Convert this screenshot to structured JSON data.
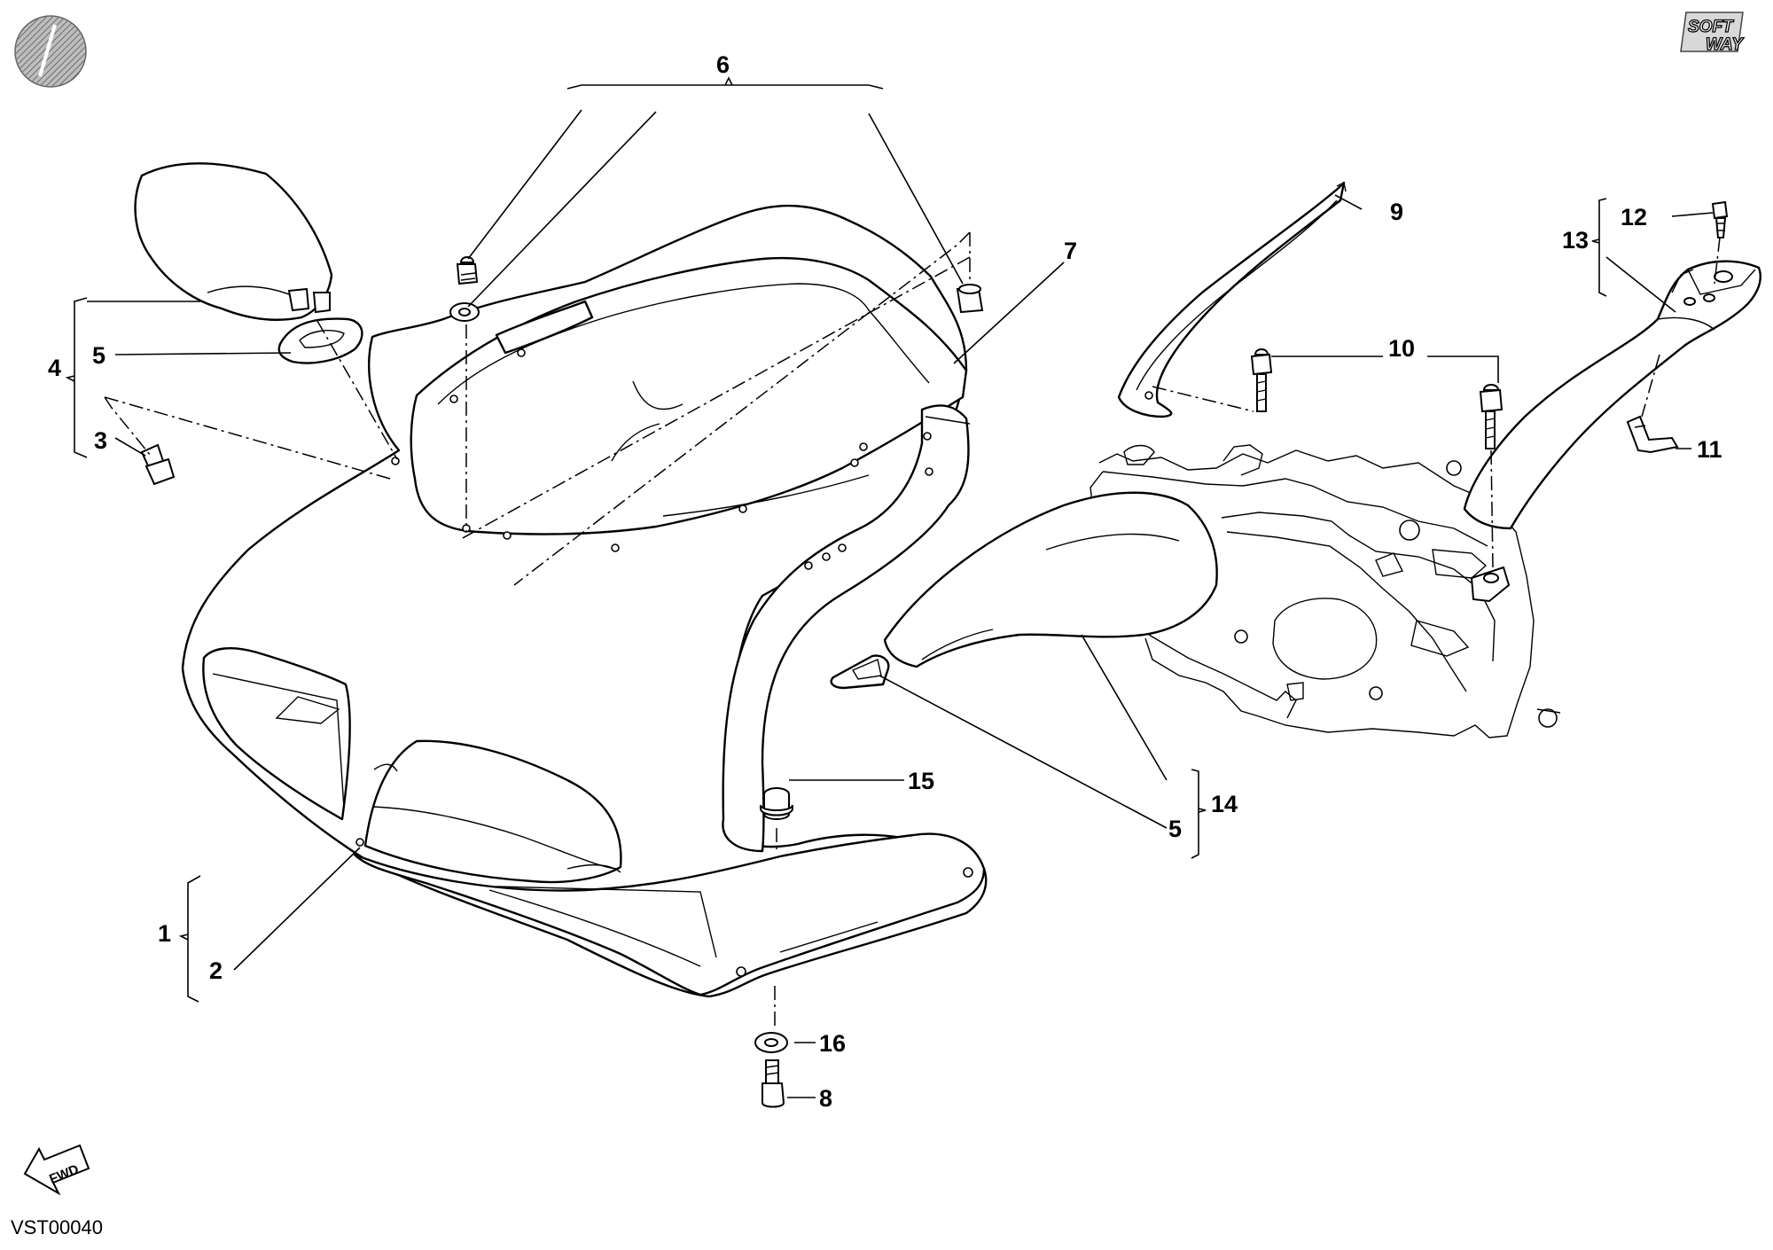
{
  "drawing_code": "VST00040",
  "logo": {
    "top": "SOFT",
    "bottom": "WAY"
  },
  "forward_arrow": {
    "text": "FWD"
  },
  "callouts": [
    {
      "id": "c1",
      "label": "1"
    },
    {
      "id": "c2",
      "label": "2"
    },
    {
      "id": "c3",
      "label": "3"
    },
    {
      "id": "c4",
      "label": "4"
    },
    {
      "id": "c5a",
      "label": "5"
    },
    {
      "id": "c5b",
      "label": "5"
    },
    {
      "id": "c6",
      "label": "6"
    },
    {
      "id": "c7",
      "label": "7"
    },
    {
      "id": "c8",
      "label": "8"
    },
    {
      "id": "c9",
      "label": "9"
    },
    {
      "id": "c10",
      "label": "10"
    },
    {
      "id": "c11",
      "label": "11"
    },
    {
      "id": "c12",
      "label": "12"
    },
    {
      "id": "c13",
      "label": "13"
    },
    {
      "id": "c14",
      "label": "14"
    },
    {
      "id": "c15",
      "label": "15"
    },
    {
      "id": "c16",
      "label": "16"
    }
  ]
}
